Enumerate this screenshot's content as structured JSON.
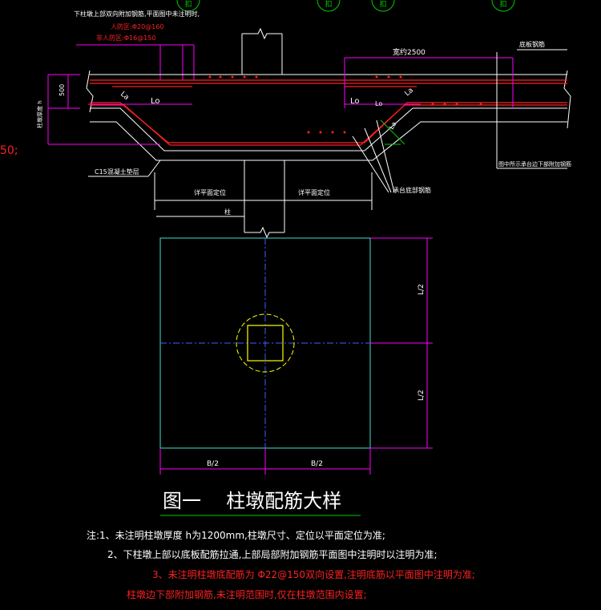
{
  "grid_markers": [
    "扣",
    "扣",
    "扣",
    "扣"
  ],
  "top_note": {
    "line1": "下柱墩上部双向附加钢筋,平面图中未注明时,",
    "line2": "人防区:Φ20@160",
    "line3": "非人防区:Φ16@150"
  },
  "section": {
    "width_label": "宽约2500",
    "bottom_rebar_label": "底板钢筋",
    "h_label": "500",
    "thickness_label": "柱墩厚度 h",
    "lo_labels": [
      "Lo",
      "Lo",
      "La",
      "La",
      "Lo",
      "La"
    ],
    "concrete_label": "C15混凝土垫层",
    "extent_left": "详平面定位",
    "extent_right": "详平面定位",
    "column_label": "柱",
    "cap_bottom_rebar_label": "承台底部钢筋",
    "lower_rebar_note": "图中所示承台边下部附加钢筋",
    "left_fragment": "50;"
  },
  "plan": {
    "dim_right_top": "L/2",
    "dim_right_bottom": "L/2",
    "dim_bottom_left": "B/2",
    "dim_bottom_right": "B/2"
  },
  "figure_title": {
    "number": "图一",
    "name": "柱墩配筋大样"
  },
  "notes": {
    "n1": "注:1、未注明柱墩厚度 h为1200mm,柱墩尺寸、定位以平面定位为准;",
    "n2": "2、下柱墩上部以底板配筋拉通,上部局部附加钢筋平面图中注明时以注明为准;",
    "n3": "3、未注明柱墩底配筋为 Φ22@150双向设置,注明底筋以平面图中注明为准;",
    "n4": "柱墩边下部附加钢筋,未注明范围时,仅在柱墩范围内设置;"
  },
  "colors": {
    "background": "#000000",
    "structure": "#ffffff",
    "rebar": "#ff2020",
    "dimension": "#ff00ff",
    "plan_outline": "#40e0d0",
    "column": "#ffff00",
    "note_white": "#ffffff",
    "note_red": "#ff2020",
    "leader": "#00cc00"
  }
}
